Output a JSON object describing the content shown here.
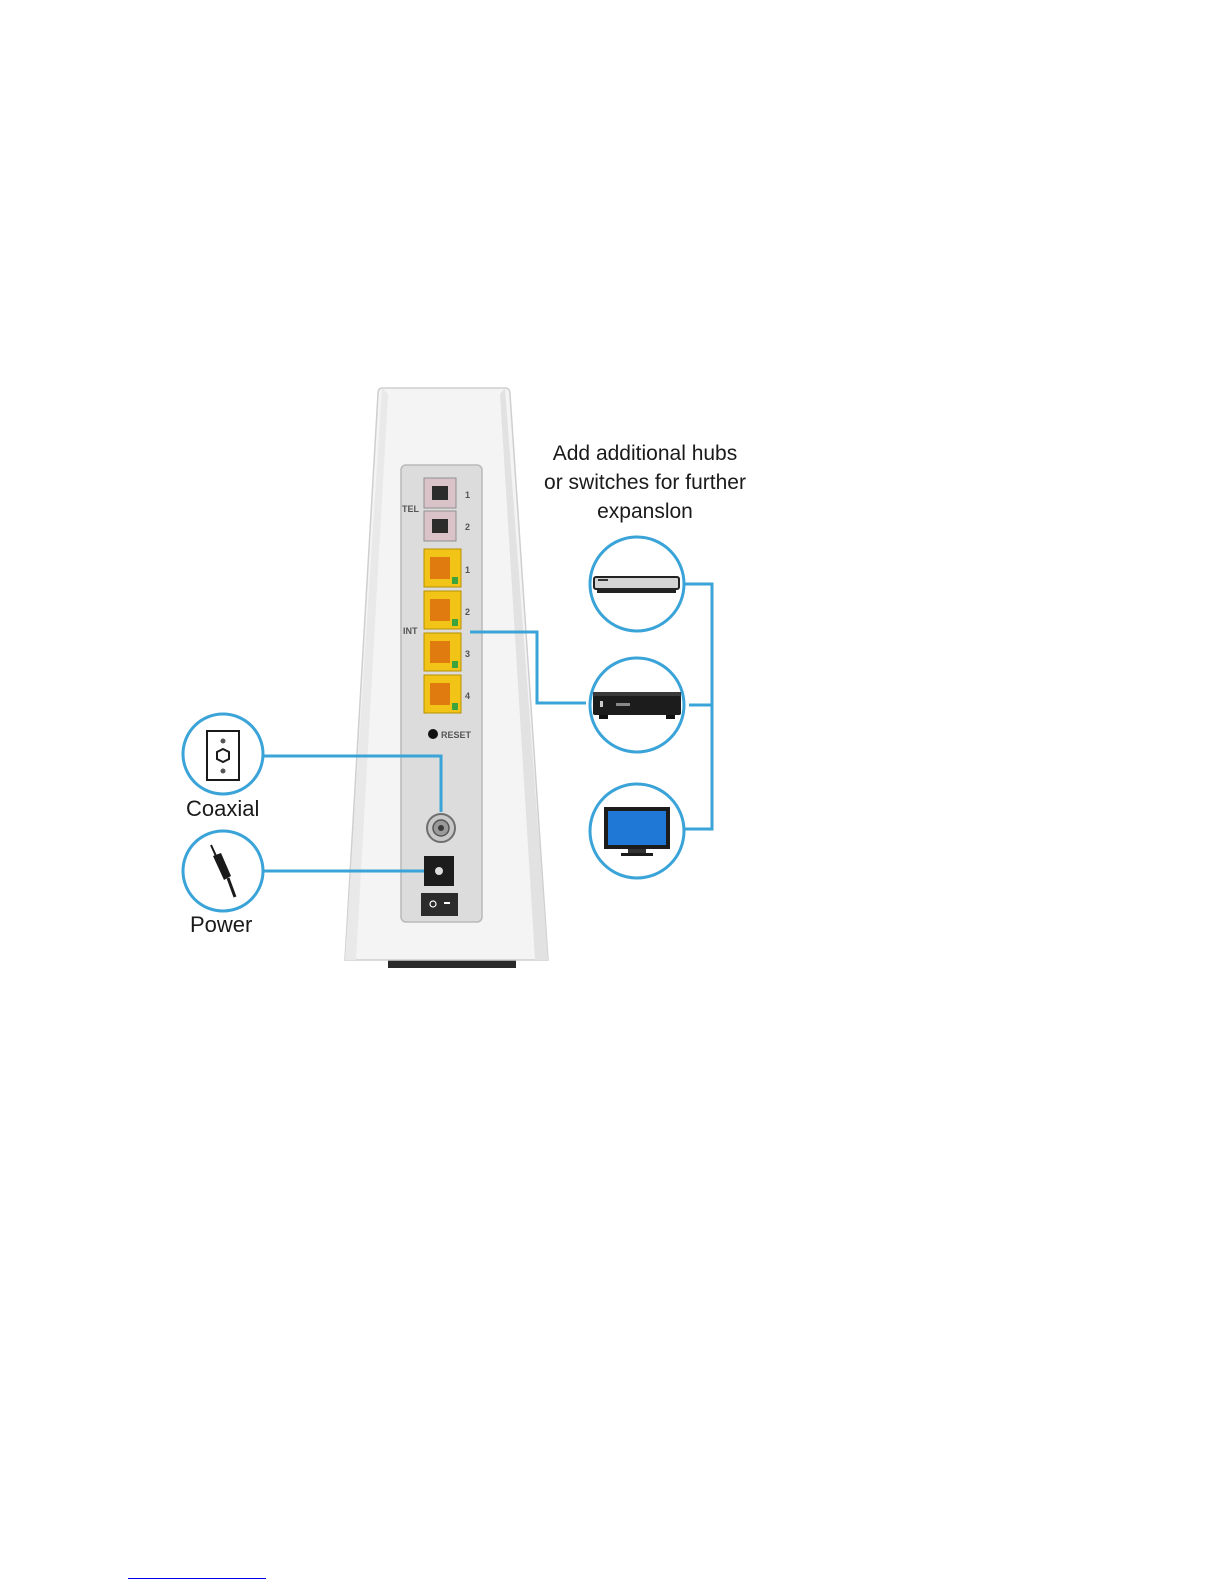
{
  "heading": {
    "line1": "Add additional hubs",
    "line2": "or switches for further",
    "line3": "expanslon"
  },
  "captions": {
    "coaxial": "Coaxial",
    "power": "Power"
  },
  "device": {
    "tel_label": "TEL",
    "int_label": "INT",
    "reset_label": "RESET",
    "tel_ports": [
      "1",
      "2"
    ],
    "int_ports": [
      "1",
      "2",
      "3",
      "4"
    ]
  },
  "icons": {
    "coaxial": "wall-coax-outlet-icon",
    "power": "power-plug-icon",
    "devices": [
      "network-switch-icon",
      "set-top-box-icon",
      "television-icon"
    ]
  },
  "colors": {
    "connector_line": "#3aa3d8",
    "ethernet_port": "#f2c417",
    "tel_port": "#d9c3c9"
  }
}
